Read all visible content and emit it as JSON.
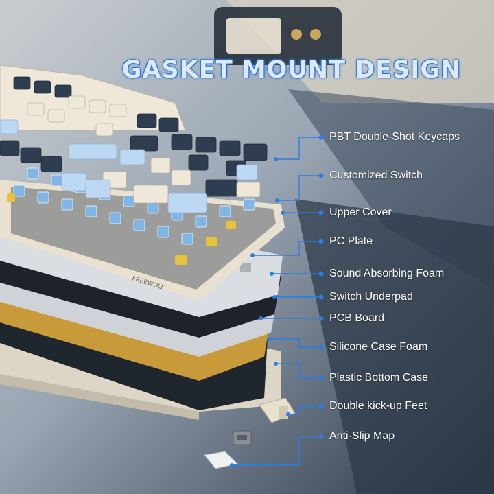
{
  "headline": "GASKET MOUNT DESIGN",
  "brand_mark": "FREEWOLF",
  "layers": [
    {
      "label": "PBT Double-Shot Keycaps"
    },
    {
      "label": "Customized Switch"
    },
    {
      "label": "Upper Cover"
    },
    {
      "label": "PC Plate"
    },
    {
      "label": "Sound Absorbing Foam"
    },
    {
      "label": "Switch Underpad"
    },
    {
      "label": "PCB Board"
    },
    {
      "label": "Silicone Case Foam"
    },
    {
      "label": "Plastic Bottom Case"
    },
    {
      "label": "Double kick-up Feet"
    },
    {
      "label": "Anti-Slip Map"
    }
  ],
  "colors": {
    "accent_blue": "#1f6fd0",
    "callout_text": "#ffffff",
    "keycap_cream": "#efe8d8",
    "keycap_navy": "#2e3d4f",
    "keycap_blue": "#bcd8f2",
    "foam_gold": "#c99a3a"
  }
}
